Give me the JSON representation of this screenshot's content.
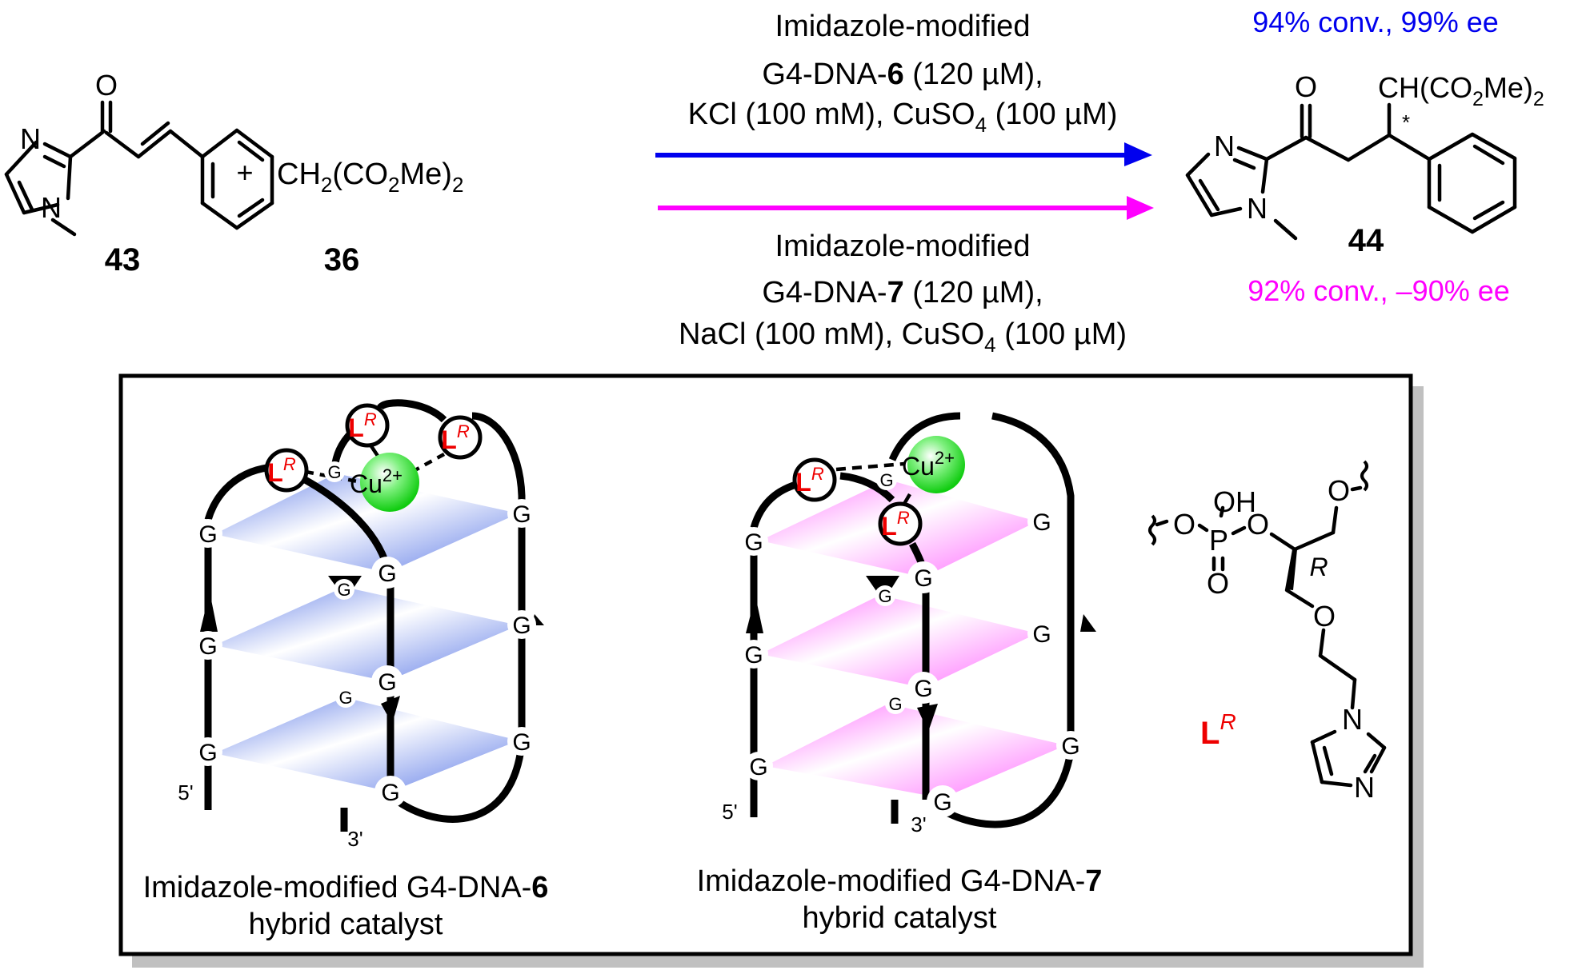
{
  "figure": {
    "reaction": {
      "reactant_1": {
        "label": "43",
        "atoms": {
          "carbonyl_O": "O",
          "imidazole_N3": "N",
          "imidazole_N1": "N"
        }
      },
      "plus": "+",
      "reactant_2": {
        "label": "36",
        "formula_parts": [
          "CH",
          "2",
          "(CO",
          "2",
          "Me)",
          "2"
        ]
      },
      "product": {
        "label": "44",
        "stereo_mark": "*",
        "substituent_parts": [
          "CH(CO",
          "2",
          "Me)",
          "2"
        ],
        "atoms": {
          "carbonyl_O": "O",
          "imidazole_N3": "N",
          "imidazole_N1": "N"
        }
      },
      "conditions_top": {
        "color": "#0000ee",
        "line1": "Imidazole-modified",
        "line2_prefix": "G4-DNA-",
        "line2_bold": "6",
        "line2_suffix": " (120 µM),",
        "line3_a": "KCl (100 mM), CuSO",
        "line3_sub": "4",
        "line3_b": " (100 µM)"
      },
      "conditions_bottom": {
        "color": "#ff00ff",
        "line1": "Imidazole-modified",
        "line2_prefix": "G4-DNA-",
        "line2_bold": "7",
        "line2_suffix": " (120 µM),",
        "line3_a": "NaCl (100 mM), CuSO",
        "line3_sub": "4",
        "line3_b": " (100 µM)"
      },
      "result_top": {
        "text": "94% conv., 99% ee",
        "color": "#0000ee",
        "conversion_pct": 94,
        "ee_pct": 99
      },
      "result_bottom": {
        "text": "92% conv., –90% ee",
        "color": "#ff00ff",
        "conversion_pct": 92,
        "ee_pct": -90
      }
    },
    "catalysts": [
      {
        "id": "g4-dna-6",
        "plane_color": "#5a78e6",
        "caption_line1_prefix": "Imidazole-modified G4-DNA-",
        "caption_line1_bold": "6",
        "caption_line2": "hybrid catalyst",
        "metal_base": "Cu",
        "metal_charge": "2+",
        "ligand_base": "L",
        "ligand_sup": "R",
        "nucleotide": "G",
        "five_prime": "5'",
        "three_prime": "3'"
      },
      {
        "id": "g4-dna-7",
        "plane_color": "#ff66ff",
        "caption_line1_prefix": "Imidazole-modified G4-DNA-",
        "caption_line1_bold": "7",
        "caption_line2": "hybrid catalyst",
        "metal_base": "Cu",
        "metal_charge": "2+",
        "ligand_base": "L",
        "ligand_sup": "R",
        "nucleotide": "G",
        "five_prime": "5'",
        "three_prime": "3'"
      }
    ],
    "ligand_structure": {
      "label_base": "L",
      "label_sup": "R",
      "stereo_descriptor": "R",
      "atoms": {
        "O": "O",
        "OH": "OH",
        "P": "P",
        "N": "N"
      }
    },
    "metal_color": "#22dd22",
    "ligand_label_color": "#ee0000"
  }
}
